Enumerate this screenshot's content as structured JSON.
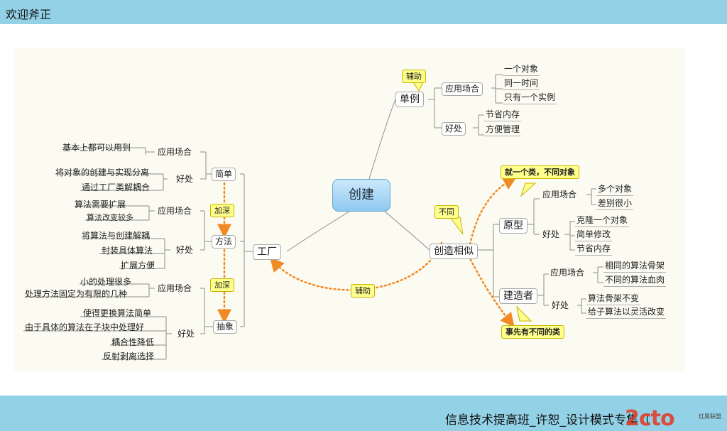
{
  "header": {
    "title": "欢迎斧正"
  },
  "footer": {
    "text": "信息技术提高班_许恕_设计模式专集（"
  },
  "watermark": {
    "logo": "2cto",
    "sub": "红黑联盟"
  },
  "mindmap": {
    "root": "创建",
    "singleton": {
      "label": "单例",
      "tag": "辅助",
      "scenario": {
        "label": "应用场合",
        "items": [
          "一个对象",
          "同一时间",
          "只有一个实例"
        ]
      },
      "benefit": {
        "label": "好处",
        "items": [
          "节省内存",
          "方便管理"
        ]
      }
    },
    "similar": {
      "label": "创造相似",
      "tag": "不同",
      "prototype": {
        "label": "原型",
        "callout": "就一个类，不同对象",
        "scenario": {
          "label": "应用场合",
          "items": [
            "多个对象",
            "差别很小"
          ]
        },
        "benefit": {
          "label": "好处",
          "items": [
            "克隆一个对象",
            "简单修改",
            "节省内存"
          ]
        }
      },
      "builder": {
        "label": "建造者",
        "callout": "事先有不同的类",
        "scenario": {
          "label": "应用场合",
          "items": [
            "相同的算法骨架",
            "不同的算法血肉"
          ]
        },
        "benefit": {
          "label": "好处",
          "items": [
            "算法骨架不变",
            "给子算法以灵活改变"
          ]
        }
      }
    },
    "factory": {
      "label": "工厂",
      "assist_tag": "辅助",
      "deepen_tag": "加深",
      "simple": {
        "label": "简单",
        "scenario": {
          "label": "应用场合",
          "items": [
            "基本上都可以用到"
          ]
        },
        "benefit": {
          "label": "好处",
          "items": [
            "将对象的创建与实现分离",
            "通过工厂类解耦合"
          ]
        }
      },
      "method": {
        "label": "方法",
        "scenario": {
          "label": "应用场合",
          "items": [
            "算法需要扩展",
            "算法改变较多"
          ]
        },
        "benefit": {
          "label": "好处",
          "items": [
            "将算法与创建解耦",
            "封装具体算法",
            "扩展方便"
          ]
        }
      },
      "abstract": {
        "label": "抽象",
        "scenario": {
          "label": "应用场合",
          "items": [
            "小的处理很多",
            "处理方法固定为有限的几种"
          ]
        },
        "benefit": {
          "label": "好处",
          "items": [
            "使得更换算法简单",
            "由于具体的算法在子块中处理好",
            "耦合性降低",
            "反射剥离选择"
          ]
        }
      }
    }
  },
  "colors": {
    "header_bar": "#93d2e6",
    "root_fill": "#8fc9ef",
    "callout_fill": "#ffff8c",
    "dotted_arrow": "#f08a24"
  }
}
